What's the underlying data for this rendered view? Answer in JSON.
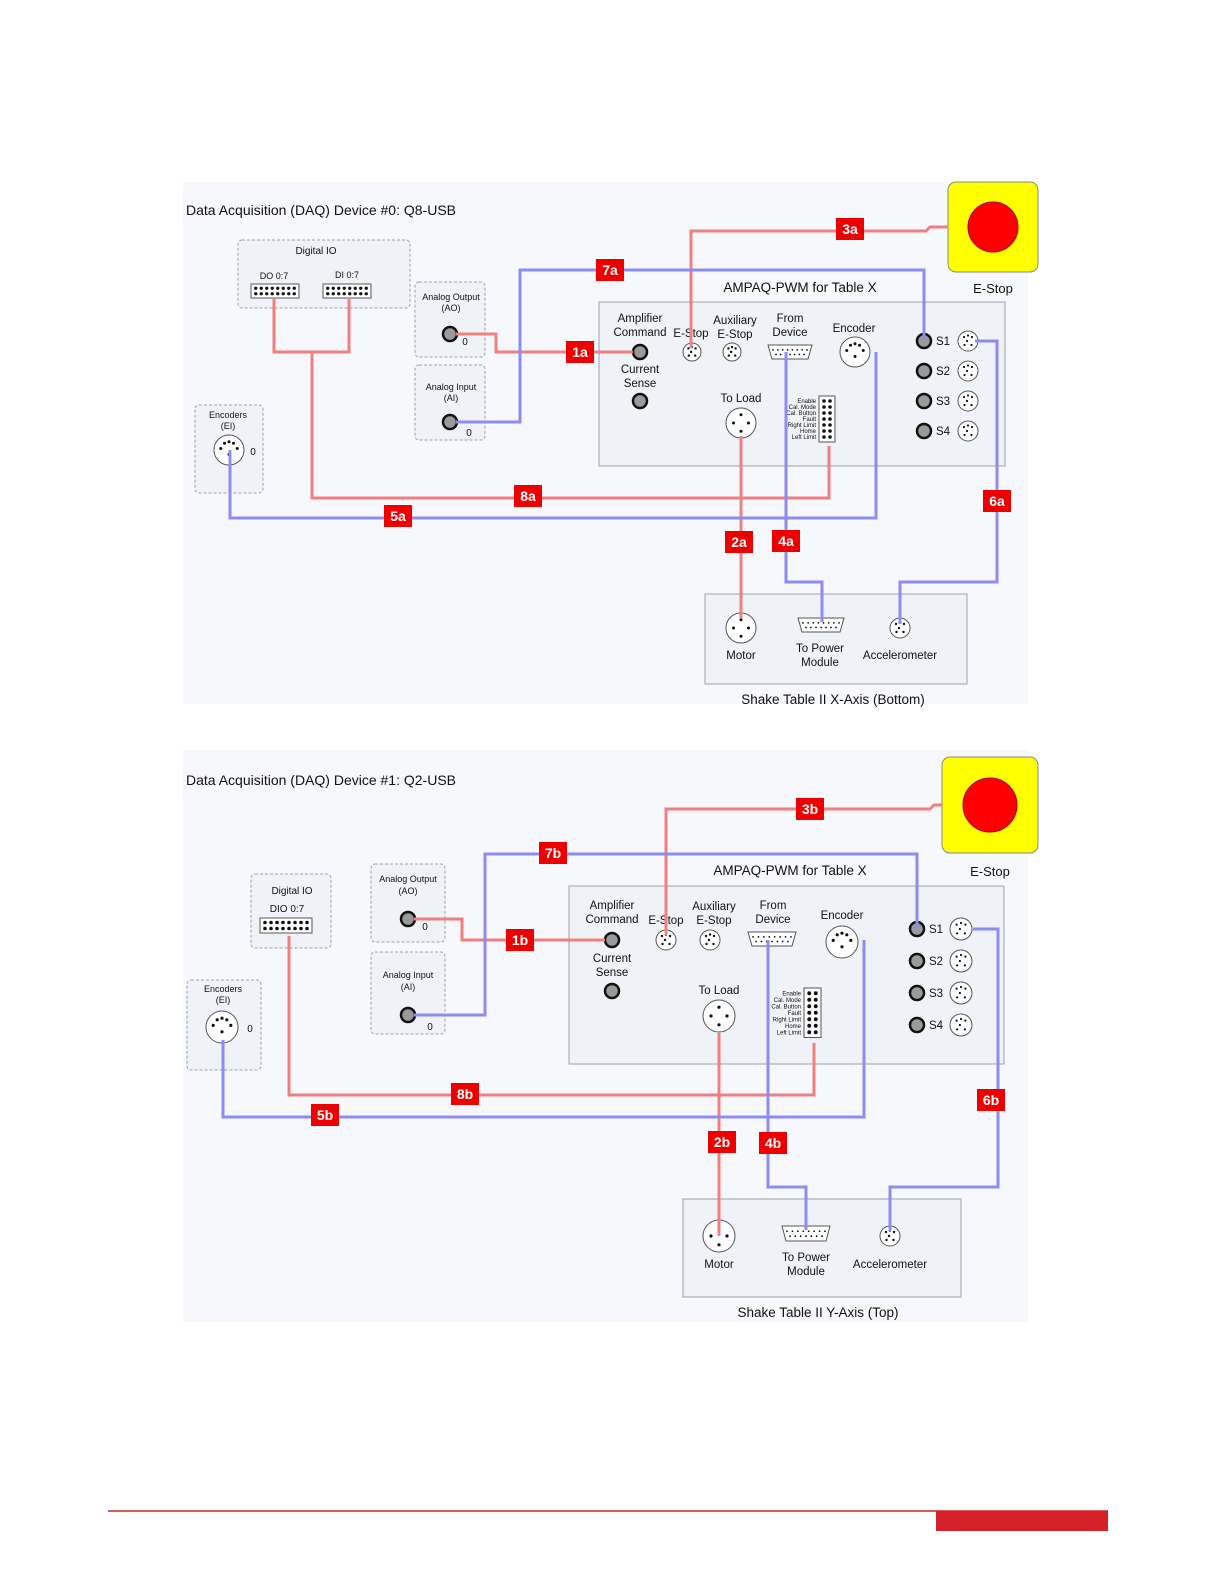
{
  "diagrams": [
    {
      "title": "Data Acquisition (DAQ) Device #0: Q8-USB",
      "digital_io": {
        "title": "Digital IO",
        "port_a": "DO 0:7",
        "port_b": "DI 0:7"
      },
      "analog_output": {
        "line1": "Analog Output",
        "line2": "(AO)",
        "channel": "0"
      },
      "analog_input": {
        "line1": "Analog Input",
        "line2": "(AI)",
        "channel": "0"
      },
      "encoders": {
        "line1": "Encoders",
        "line2": "(EI)",
        "channel": "0"
      },
      "amp": {
        "title": "AMPAQ-PWM for Table X",
        "amp_cmd": [
          "Amplifier",
          "Command"
        ],
        "cur_sense": [
          "Current",
          "Sense"
        ],
        "estop": "E-Stop",
        "aux_estop": [
          "Auxiliary",
          "E-Stop"
        ],
        "from_device": [
          "From",
          "Device"
        ],
        "encoder": "Encoder",
        "to_load": "To Load",
        "status": [
          "Enable",
          "Cal. Mode",
          "Cal. Button",
          "Fault",
          "Right Limit",
          "Home",
          "Left Limit"
        ],
        "sensors": [
          "S1",
          "S2",
          "S3",
          "S4"
        ]
      },
      "estop_label": "E-Stop",
      "table": {
        "title": "Shake Table II X-Axis (Bottom)",
        "motor": "Motor",
        "power": [
          "To Power",
          "Module"
        ],
        "accel": "Accelerometer"
      },
      "cables": [
        "1a",
        "2a",
        "3a",
        "4a",
        "5a",
        "6a",
        "7a",
        "8a"
      ]
    },
    {
      "title": "Data Acquisition (DAQ) Device #1: Q2-USB",
      "digital_io": {
        "title": "Digital IO",
        "port_a": "DIO 0:7"
      },
      "analog_output": {
        "line1": "Analog Output",
        "line2": "(AO)",
        "channel": "0"
      },
      "analog_input": {
        "line1": "Analog Input",
        "line2": "(AI)",
        "channel": "0"
      },
      "encoders": {
        "line1": "Encoders",
        "line2": "(EI)",
        "channel": "0"
      },
      "amp": {
        "title": "AMPAQ-PWM for Table X",
        "amp_cmd": [
          "Amplifier",
          "Command"
        ],
        "cur_sense": [
          "Current",
          "Sense"
        ],
        "estop": "E-Stop",
        "aux_estop": [
          "Auxiliary",
          "E-Stop"
        ],
        "from_device": [
          "From",
          "Device"
        ],
        "encoder": "Encoder",
        "to_load": "To Load",
        "status": [
          "Enable",
          "Cal. Mode",
          "Cal. Button",
          "Fault",
          "Right Limit",
          "Home",
          "Left Limit"
        ],
        "sensors": [
          "S1",
          "S2",
          "S3",
          "S4"
        ]
      },
      "estop_label": "E-Stop",
      "table": {
        "title": "Shake Table II Y-Axis (Top)",
        "motor": "Motor",
        "power": [
          "To Power",
          "Module"
        ],
        "accel": "Accelerometer"
      },
      "cables": [
        "1b",
        "2b",
        "3b",
        "4b",
        "5b",
        "6b",
        "7b",
        "8b"
      ]
    }
  ],
  "colors": {
    "red_cable": "#f08080",
    "blue_cable": "#8c8cf2",
    "tag": "#ee0000",
    "estop_yellow": "#ffff00",
    "estop_red": "#ff0000",
    "footer": "#d42027"
  }
}
